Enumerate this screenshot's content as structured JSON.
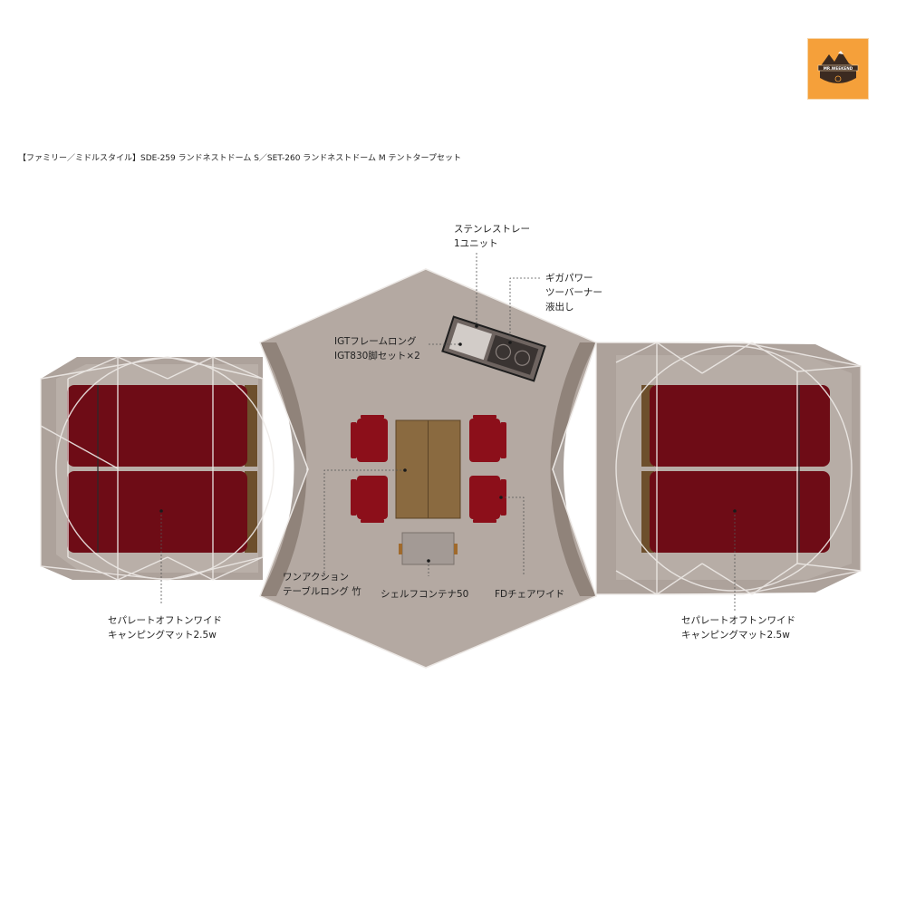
{
  "title": "【ファミリー／ミドルスタイル】SDE-259 ランドネストドーム S／SET-260 ランドネストドーム M テントタープセット",
  "logo": {
    "text": "MR.WEEKEND",
    "bg_color": "#f5a03a"
  },
  "colors": {
    "tent_body": "#b5aaa3",
    "tent_edge": "#e8e4e0",
    "mat": "#6e0c16",
    "mat_base": "#6d4f2c",
    "chair": "#8c0f1a",
    "table": "#8a6a40",
    "frame_lines": "#f2f0ee"
  },
  "labels": {
    "stainless_tray": [
      "ステンレストレー",
      "1ユニット"
    ],
    "burner": [
      "ギガパワー",
      "ツーバーナー",
      "液出し"
    ],
    "igt_frame": [
      "IGTフレームロング",
      "IGT830脚セット×2"
    ],
    "table": [
      "ワンアクション",
      "テーブルロング 竹"
    ],
    "shelf": [
      "シェルフコンテナ50"
    ],
    "chair": [
      "FDチェアワイド"
    ],
    "mat_left": [
      "セパレートオフトンワイド",
      "キャンピングマット2.5w"
    ],
    "mat_right": [
      "セパレートオフトンワイド",
      "キャンピングマット2.5w"
    ]
  }
}
